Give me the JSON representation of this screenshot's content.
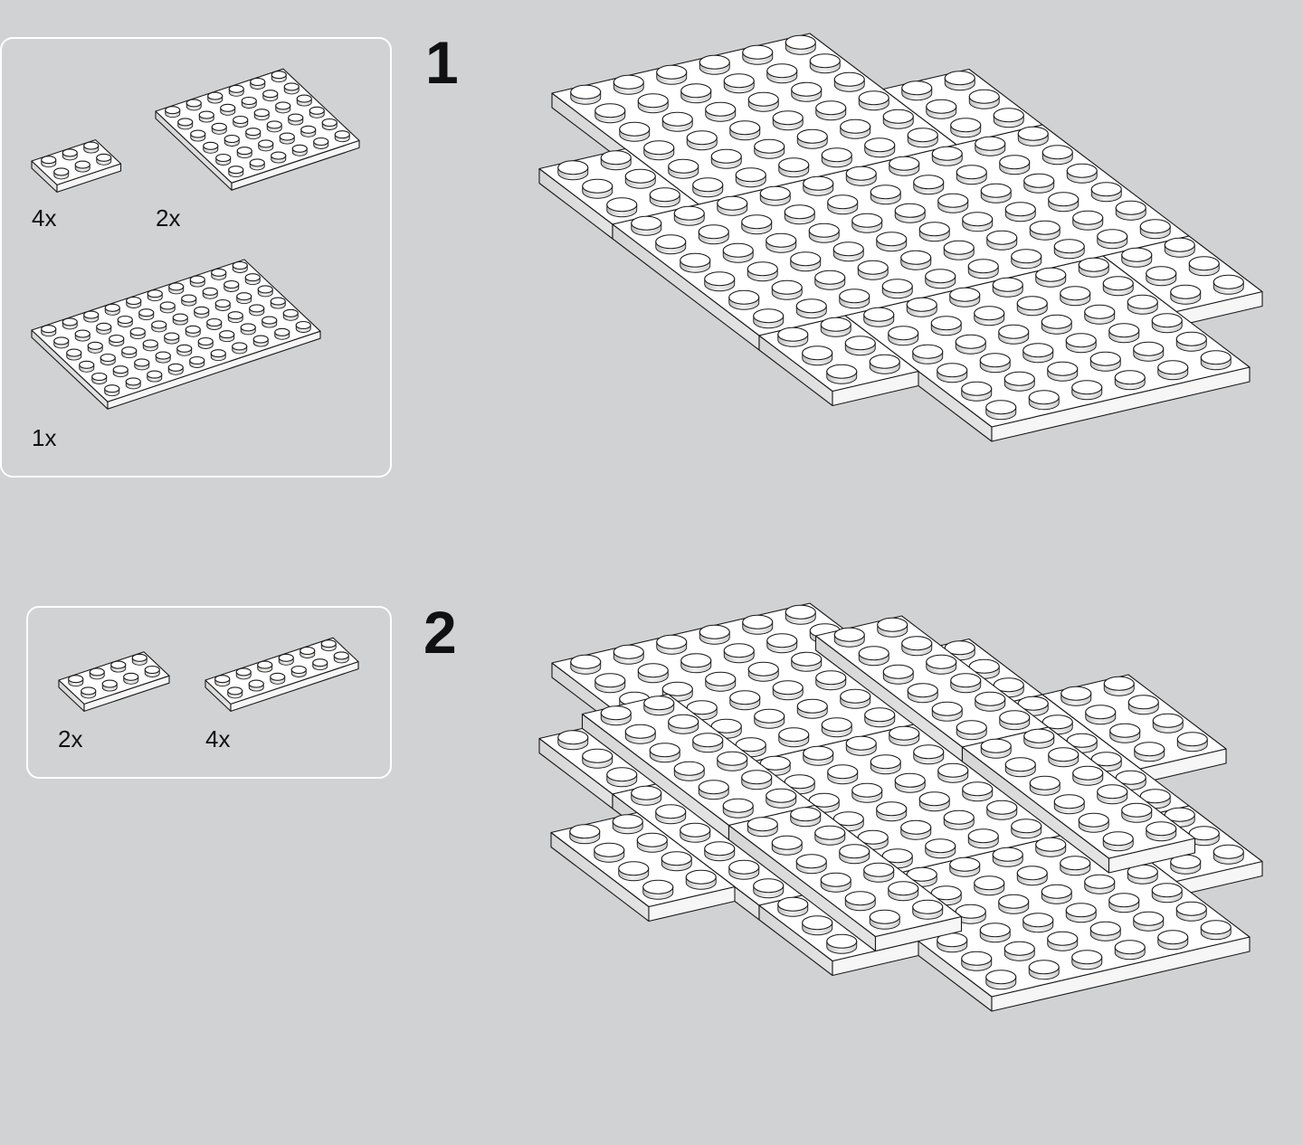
{
  "steps": [
    {
      "number": "1",
      "parts": [
        {
          "qty": "4x",
          "studs": [
            3,
            2
          ]
        },
        {
          "qty": "2x",
          "studs": [
            6,
            6
          ]
        },
        {
          "qty": "1x",
          "studs": [
            10,
            6
          ]
        }
      ]
    },
    {
      "number": "2",
      "parts": [
        {
          "qty": "2x",
          "studs": [
            4,
            2
          ]
        },
        {
          "qty": "4x",
          "studs": [
            6,
            2
          ]
        }
      ]
    }
  ],
  "colors": {
    "background": "#d1d2d4",
    "plate_top": "#ffffff",
    "plate_side_left": "#e4e4e4",
    "plate_side_front": "#f6f6f6",
    "outline": "#1a1a1a"
  }
}
